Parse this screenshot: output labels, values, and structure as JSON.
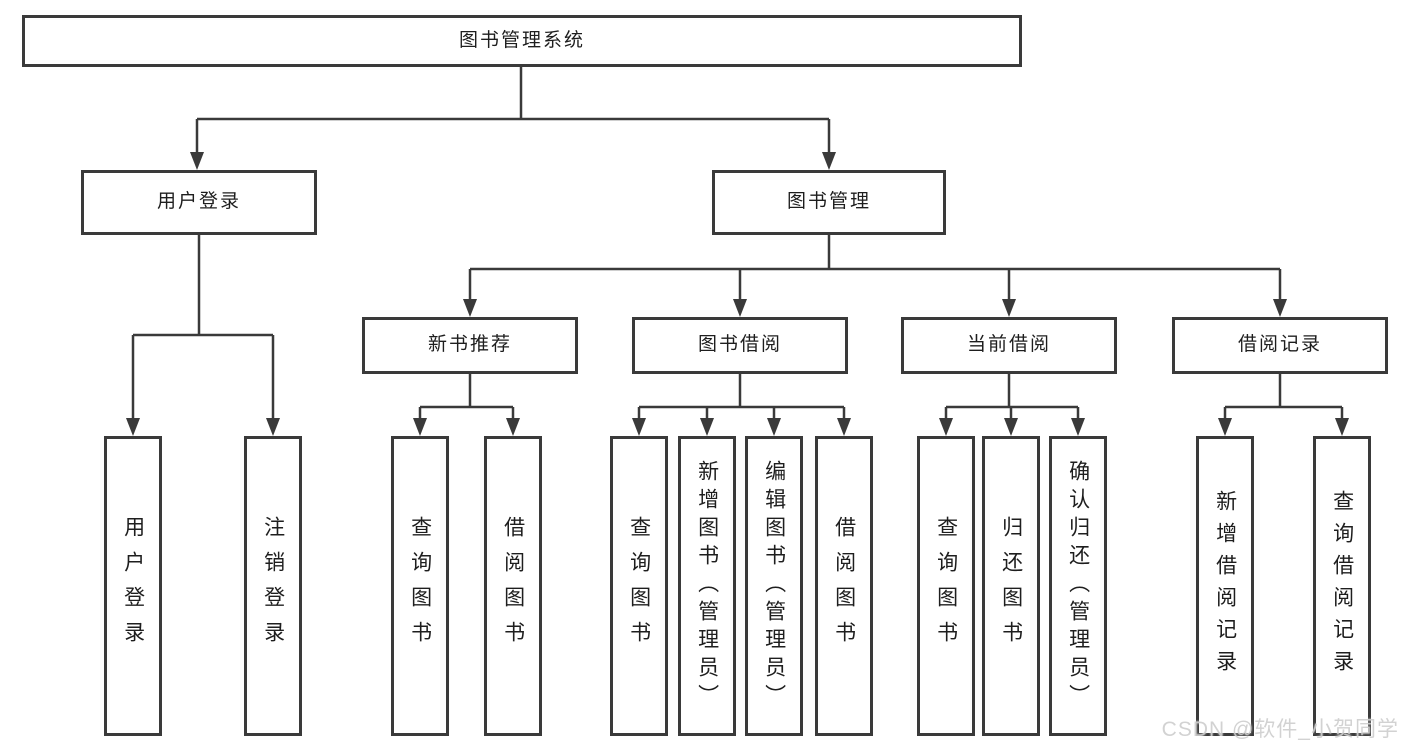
{
  "diagram": {
    "root": {
      "label": "图书管理系统"
    },
    "level2": [
      {
        "label": "用户登录"
      },
      {
        "label": "图书管理"
      }
    ],
    "level3": [
      {
        "label": "新书推荐",
        "parent": "图书管理"
      },
      {
        "label": "图书借阅",
        "parent": "图书管理"
      },
      {
        "label": "当前借阅",
        "parent": "图书管理"
      },
      {
        "label": "借阅记录",
        "parent": "图书管理"
      }
    ],
    "leaves": [
      {
        "label": "用户登录",
        "parent": "用户登录"
      },
      {
        "label": "注销登录",
        "parent": "用户登录"
      },
      {
        "label": "查询图书",
        "parent": "新书推荐"
      },
      {
        "label": "借阅图书",
        "parent": "新书推荐"
      },
      {
        "label": "查询图书",
        "parent": "图书借阅"
      },
      {
        "label": "新增图书（管理员）",
        "parent": "图书借阅"
      },
      {
        "label": "编辑图书（管理员）",
        "parent": "图书借阅"
      },
      {
        "label": "借阅图书",
        "parent": "图书借阅"
      },
      {
        "label": "查询图书",
        "parent": "当前借阅"
      },
      {
        "label": "归还图书",
        "parent": "当前借阅"
      },
      {
        "label": "确认归还（管理员）",
        "parent": "当前借阅"
      },
      {
        "label": "新增借阅记录",
        "parent": "借阅记录"
      },
      {
        "label": "查询借阅记录",
        "parent": "借阅记录"
      }
    ],
    "watermark": "CSDN @软件_小贺同学",
    "colors": {
      "line": "#3a3a3a",
      "border": "#3a3a3a",
      "text": "#1e1e1e",
      "background": "#ffffff",
      "watermark": "#cfcfcf"
    }
  }
}
